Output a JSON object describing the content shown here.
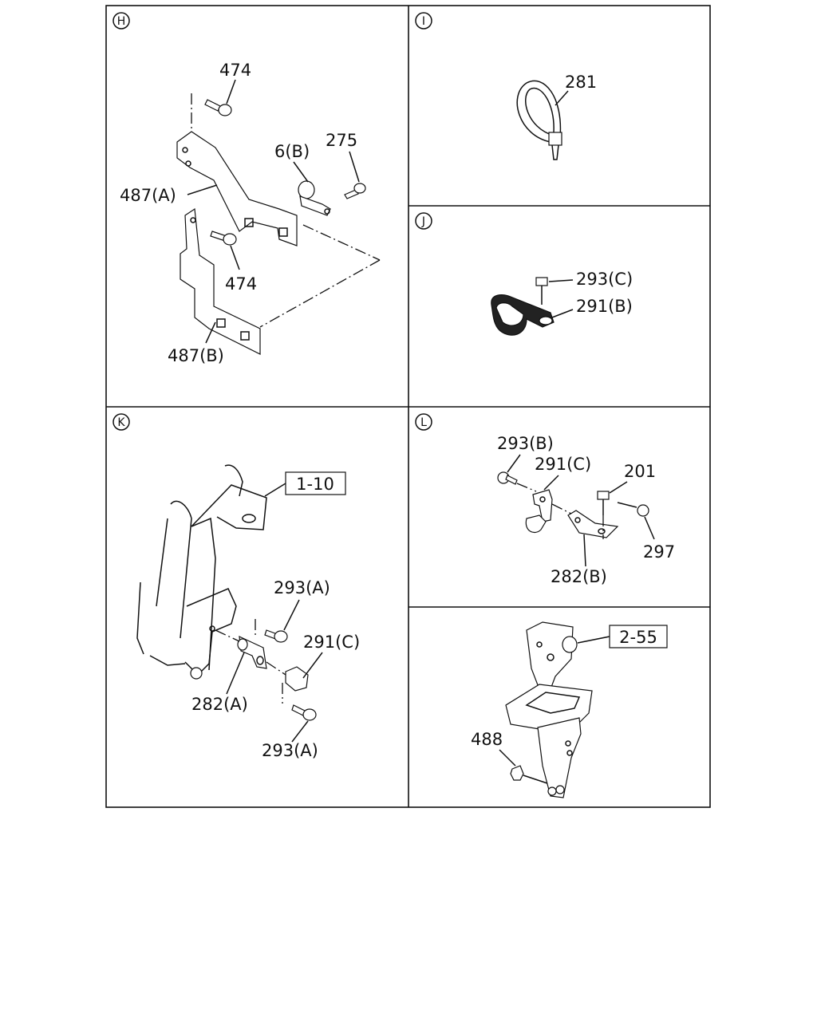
{
  "panels": {
    "h": {
      "marker": "H",
      "labels": {
        "bolt_top": "474",
        "bracket_a": "487(A)",
        "clip": "6(B)",
        "bolt_right": "275",
        "bolt_mid": "474",
        "bracket_b": "487(B)"
      }
    },
    "i": {
      "marker": "I",
      "labels": {
        "tie": "281"
      }
    },
    "j": {
      "marker": "J",
      "labels": {
        "bolt": "293(C)",
        "clip": "291(B)"
      }
    },
    "k": {
      "marker": "K",
      "labels": {
        "ref": "1-10",
        "bolt_upper": "293(A)",
        "clip": "291(C)",
        "bracket": "282(A)",
        "bolt_lower": "293(A)"
      }
    },
    "l": {
      "marker": "L",
      "labels": {
        "bolt_left": "293(B)",
        "clip": "291(C)",
        "bolt_right": "201",
        "nut": "297",
        "bracket": "282(B)"
      }
    },
    "m": {
      "labels": {
        "ref": "2-55",
        "nut": "488"
      }
    }
  }
}
